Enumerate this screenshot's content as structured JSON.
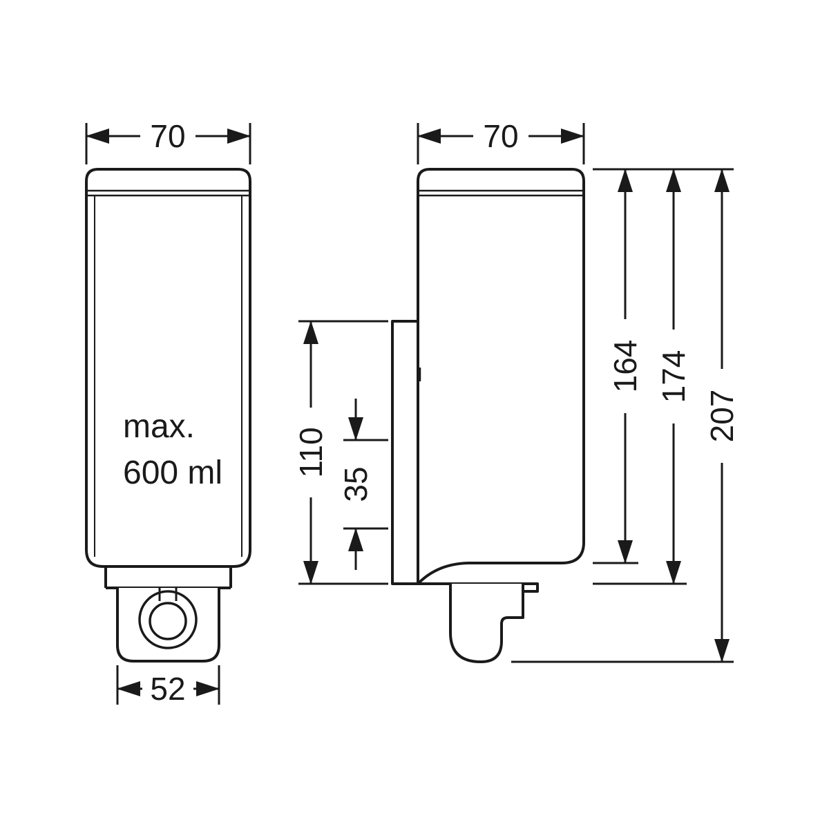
{
  "page": {
    "background_color": "#ffffff",
    "line_color": "#1a1a1a"
  },
  "front_view": {
    "width_mm": "70",
    "spout_width_mm": "52",
    "capacity_line1": "max.",
    "capacity_line2": "600 ml"
  },
  "side_view": {
    "depth_mm": "70",
    "bracket_height_mm": "110",
    "spout_offset_mm": "35",
    "body_height_mm": "164",
    "mount_height_mm": "174",
    "total_height_mm": "207"
  }
}
